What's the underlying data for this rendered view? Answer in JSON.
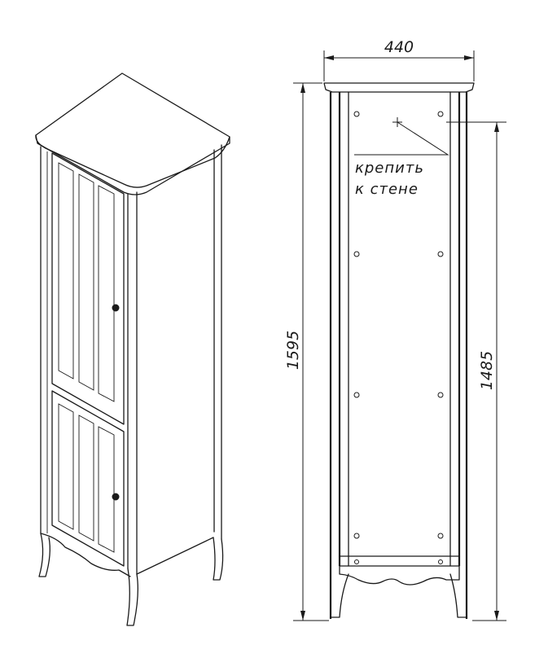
{
  "dimensions": {
    "width": "440",
    "total_height": "1595",
    "mount_height": "1485"
  },
  "note": {
    "line1": "крепить",
    "line2": "к стене"
  },
  "colors": {
    "line": "#1a1a1a",
    "background": "#ffffff"
  }
}
